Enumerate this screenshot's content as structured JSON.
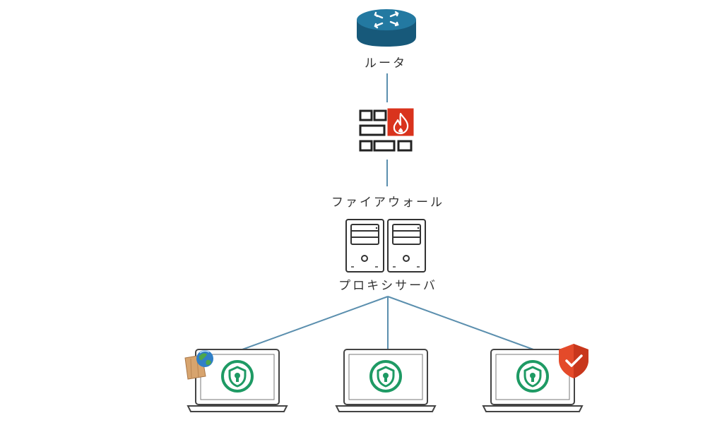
{
  "nodes": {
    "router": {
      "label": "ルータ"
    },
    "firewall": {
      "label": "ファイアウォール"
    },
    "proxy": {
      "label": "プロキシサーバ"
    },
    "laptops": [
      {
        "badge": "globe-box"
      },
      {
        "badge": "none"
      },
      {
        "badge": "shield-check"
      }
    ]
  },
  "edges": [
    [
      "router",
      "firewall"
    ],
    [
      "firewall",
      "proxy"
    ],
    [
      "proxy",
      "laptop-1"
    ],
    [
      "proxy",
      "laptop-2"
    ],
    [
      "proxy",
      "laptop-3"
    ]
  ],
  "colors": {
    "router": "#1d6a8e",
    "firewall_flame": "#d9331d",
    "connector": "#5b8fae",
    "laptop_shield": "#1e9a64",
    "badge_shield": "#e44a2a"
  }
}
